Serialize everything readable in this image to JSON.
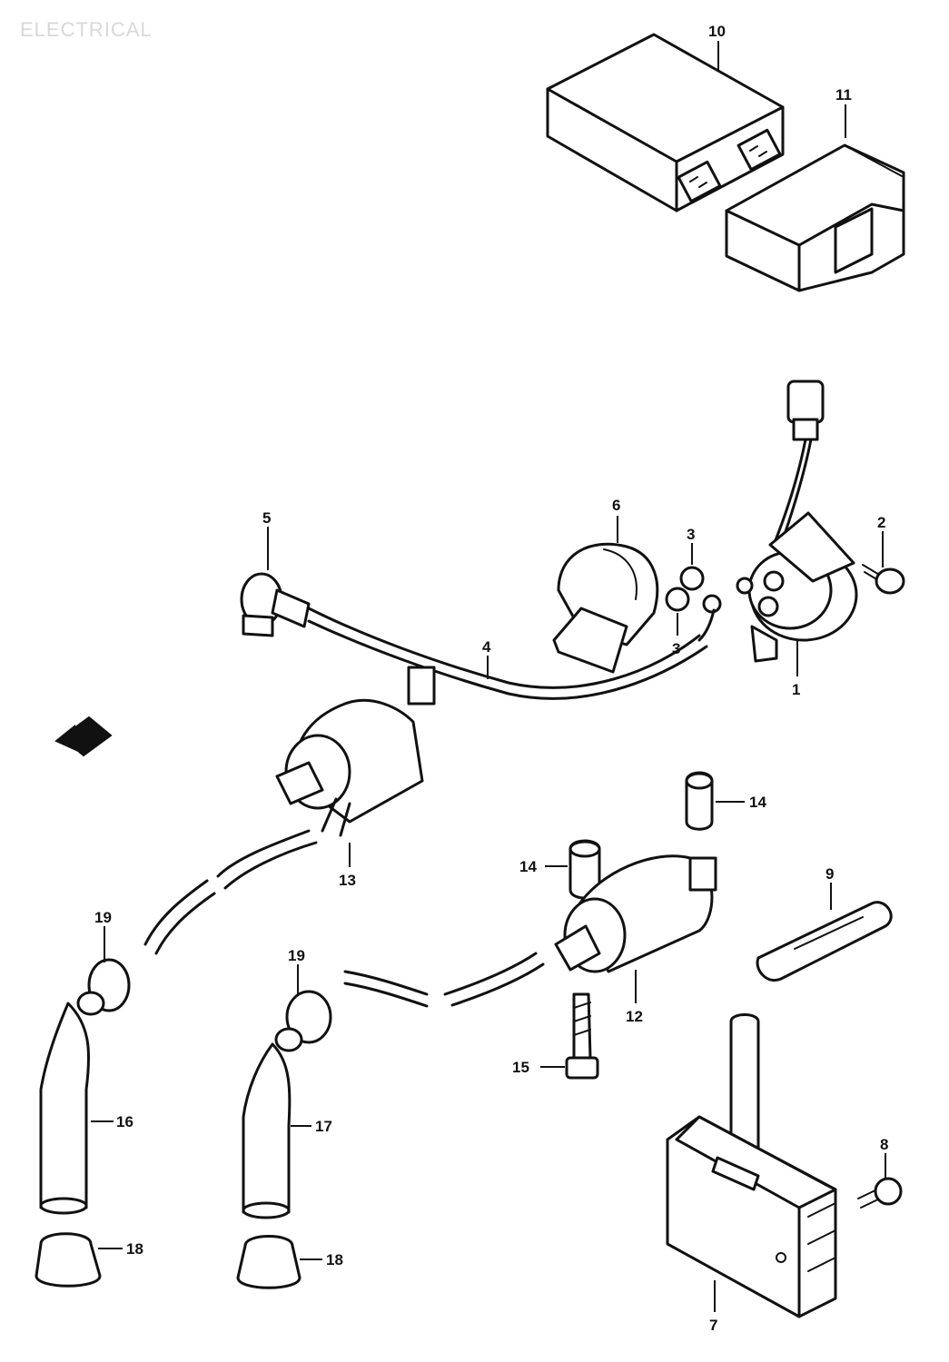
{
  "diagram": {
    "section_title": "ELECTRICAL",
    "callouts": [
      {
        "id": "c10",
        "label": "10"
      },
      {
        "id": "c11",
        "label": "11"
      },
      {
        "id": "c5",
        "label": "5"
      },
      {
        "id": "c6",
        "label": "6"
      },
      {
        "id": "c3a",
        "label": "3"
      },
      {
        "id": "c3b",
        "label": "3"
      },
      {
        "id": "c2",
        "label": "2"
      },
      {
        "id": "c4",
        "label": "4"
      },
      {
        "id": "c1",
        "label": "1"
      },
      {
        "id": "c14a",
        "label": "14"
      },
      {
        "id": "c14b",
        "label": "14"
      },
      {
        "id": "c13",
        "label": "13"
      },
      {
        "id": "c9",
        "label": "9"
      },
      {
        "id": "c19a",
        "label": "19"
      },
      {
        "id": "c19b",
        "label": "19"
      },
      {
        "id": "c12",
        "label": "12"
      },
      {
        "id": "c15",
        "label": "15"
      },
      {
        "id": "c16",
        "label": "16"
      },
      {
        "id": "c17",
        "label": "17"
      },
      {
        "id": "c8",
        "label": "8"
      },
      {
        "id": "c18a",
        "label": "18"
      },
      {
        "id": "c18b",
        "label": "18"
      },
      {
        "id": "c7",
        "label": "7"
      }
    ]
  }
}
